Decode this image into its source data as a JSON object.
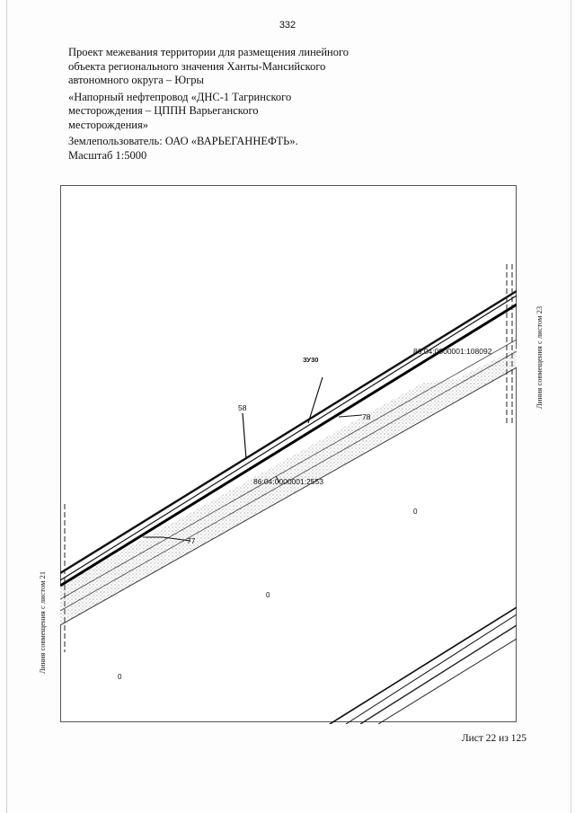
{
  "page_number": "332",
  "header": {
    "lines": [
      "Проект межевания территории для размещения линейного",
      "объекта регионального значения Ханты-Мансийского",
      "автономного округа – Югры",
      "«Напорный нефтепровод «ДНС-1 Тагринского",
      "месторождения – ЦППН Варьеганского",
      "месторождения»",
      "Землепользователь: ОАО «ВАРЬЕГАННЕФТЬ».",
      "Масштаб 1:5000"
    ]
  },
  "map": {
    "labels": {
      "parcel_zu": "ЗУ30",
      "point_58": "58",
      "point_78": "78",
      "point_77": "77",
      "cadastral_top": "86:04:0000001:108092",
      "cadastral_mid": "86:04:0000001:2553",
      "mark_a": "0",
      "mark_b": "0",
      "mark_c": "0"
    },
    "side_left": "Линия совмещения с листом 21",
    "side_right": "Линия совмещения с листом 23"
  },
  "footer": {
    "sheet": "Лист 22 из 125"
  }
}
